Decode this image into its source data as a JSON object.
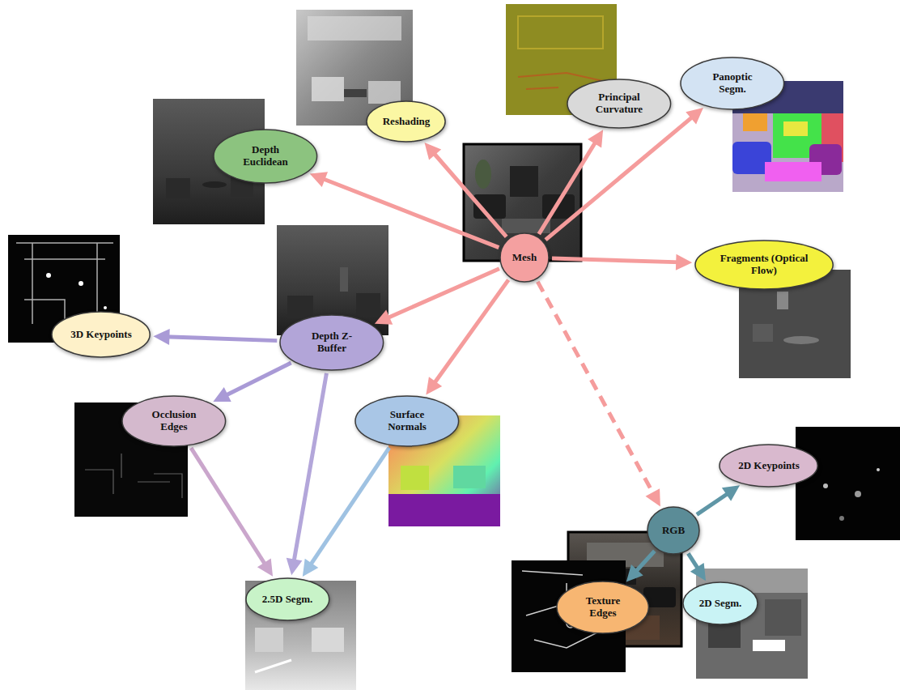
{
  "diagram": {
    "nodes": [
      {
        "text": [
          "Mesh"
        ]
      },
      {
        "text": [
          "Reshading"
        ]
      },
      {
        "text": [
          "Principal Curvature"
        ]
      },
      {
        "text": [
          "Panoptic Segm."
        ]
      },
      {
        "text": [
          "Depth Euclidean"
        ]
      },
      {
        "text": [
          "Fragments (Optical Flow)"
        ]
      },
      {
        "text": [
          "3D Keypoints"
        ]
      },
      {
        "text": [
          "Depth Z-Buffer"
        ]
      },
      {
        "text": [
          "Occlusion Edges"
        ]
      },
      {
        "text": [
          "Surface Normals"
        ]
      },
      {
        "text": [
          "2D Keypoints"
        ]
      },
      {
        "text": [
          "RGB"
        ]
      },
      {
        "text": [
          "2.5D Segm."
        ]
      },
      {
        "text": [
          "Texture Edges"
        ]
      },
      {
        "text": [
          "2D Segm."
        ]
      }
    ],
    "edges": [
      {
        "from": 0,
        "to": 4,
        "arrow": "to"
      },
      {
        "from": 0,
        "to": 1,
        "arrow": "to"
      },
      {
        "from": 0,
        "to": 2,
        "arrow": "to"
      },
      {
        "from": 0,
        "to": 3,
        "arrow": "to"
      },
      {
        "from": 0,
        "to": 5,
        "arrow": "to"
      },
      {
        "from": 0,
        "to": 7,
        "arrow": "to"
      },
      {
        "from": 0,
        "to": 9,
        "arrow": "to"
      },
      {
        "from": 0,
        "to": 11,
        "arrow": "to"
      },
      {
        "from": 7,
        "to": 6,
        "arrow": "to"
      },
      {
        "from": 7,
        "to": 8,
        "arrow": "to"
      },
      {
        "from": 7,
        "to": 12,
        "arrow": "to"
      },
      {
        "from": 8,
        "to": 12,
        "arrow": "to"
      },
      {
        "from": 9,
        "to": 12,
        "arrow": "to"
      },
      {
        "from": 11,
        "to": 10,
        "arrow": "to"
      },
      {
        "from": 11,
        "to": 13,
        "arrow": "to"
      },
      {
        "from": 11,
        "to": 14,
        "arrow": "to"
      }
    ]
  }
}
